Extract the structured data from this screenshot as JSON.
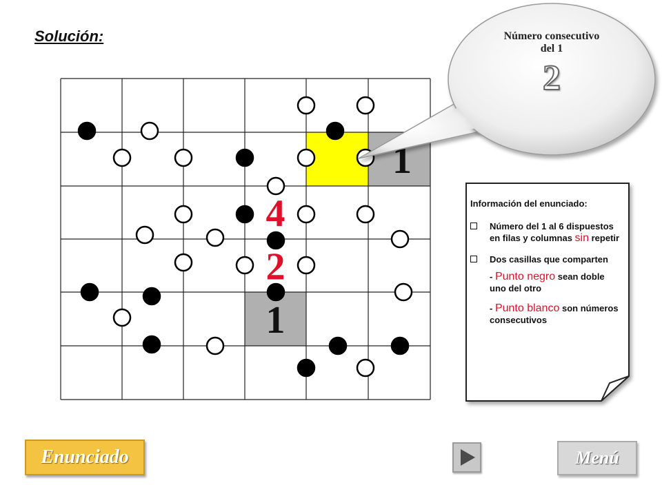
{
  "page_title": "Solución:",
  "callout": {
    "line1": "Número consecutivo",
    "line2": "del 1",
    "number": "2"
  },
  "board": {
    "numbers": [
      {
        "row": 1,
        "col": 5,
        "value": "1",
        "color": "#111111"
      },
      {
        "row": 2,
        "col": 3,
        "value": "4",
        "color": "#e0102a"
      },
      {
        "row": 3,
        "col": 3,
        "value": "2",
        "color": "#e0102a"
      },
      {
        "row": 4,
        "col": 3,
        "value": "1",
        "color": "#111111"
      }
    ],
    "highlighted_cells": [
      {
        "row": 1,
        "col": 4,
        "color": "#ffff00"
      },
      {
        "row": 1,
        "col": 5,
        "color": "#b0b0b0"
      },
      {
        "row": 4,
        "col": 3,
        "color": "#b0b0b0"
      }
    ]
  },
  "info": {
    "heading": "Información del enunciado:",
    "bullet1_a": "Número del 1 al 6 dispuestos en filas y columnas ",
    "bullet1_red": "sin",
    "bullet1_b": " repetir",
    "bullet2": "Dos casillas que comparten",
    "black_prefix": "- ",
    "black_red": "Punto negro",
    "black_rest": " sean doble uno del otro",
    "white_prefix": "- ",
    "white_red": "Punto blanco",
    "white_rest": " son números consecutivos"
  },
  "buttons": {
    "enunciado": "Enunciado",
    "menu": "Menú",
    "next_icon": "play-right-icon"
  }
}
